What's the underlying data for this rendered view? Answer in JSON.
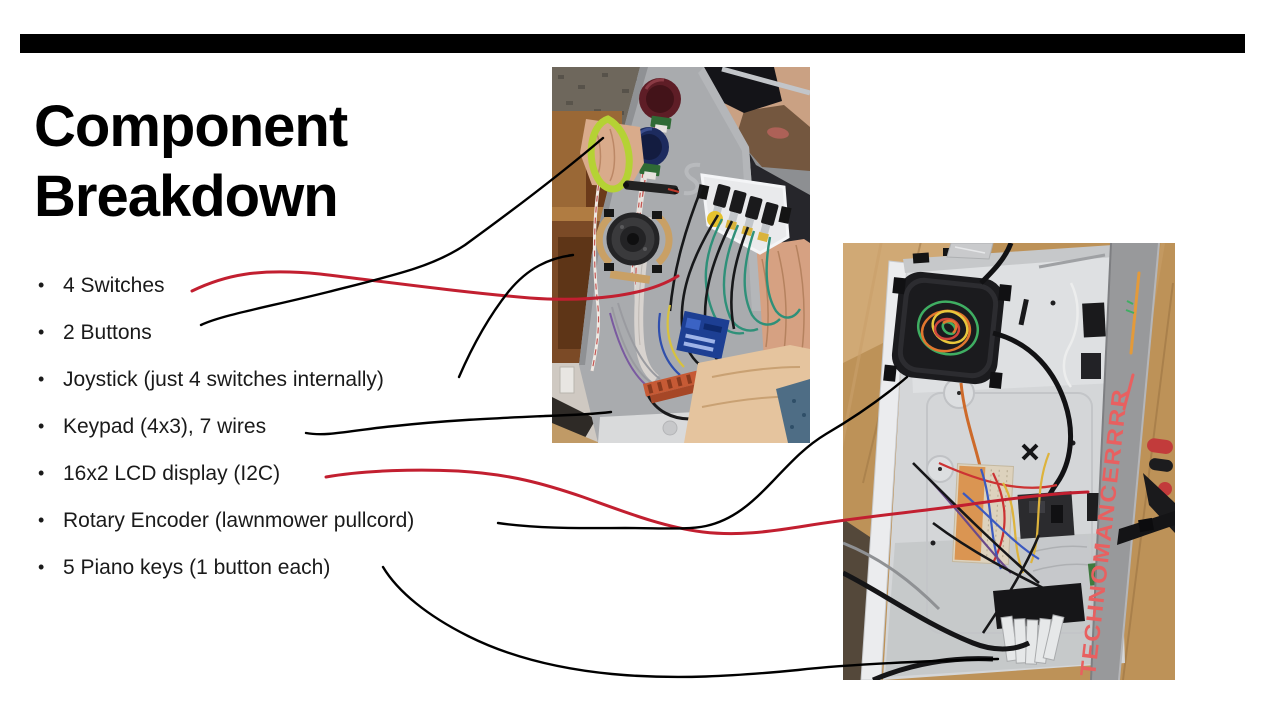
{
  "slide": {
    "top_bar_color": "#000000",
    "title": {
      "line1": "Component",
      "line2": "Breakdown"
    },
    "bullet_char": "•",
    "bullets": [
      "4 Switches",
      "2 Buttons",
      "Joystick (just 4 switches internally)",
      "Keypad (4x3), 7 wires",
      "16x2 LCD display (I2C)",
      "Rotary Encoder (lawnmower pullcord)",
      "5 Piano keys (1 button each)"
    ]
  },
  "annotations": {
    "pen_red": "#c21f30",
    "pen_black": "#000000"
  },
  "photos": {
    "chassis": {
      "handwritten_text": "TECHNOMANCERRRR"
    }
  }
}
